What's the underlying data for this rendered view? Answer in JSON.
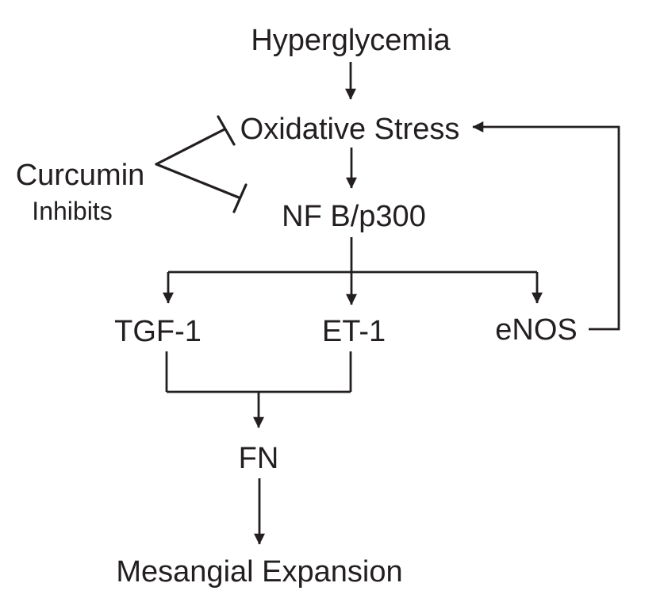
{
  "diagram": {
    "title": "Curcumin inhibition of hyperglycemia-induced mesangial expansion pathway",
    "colors": {
      "ink": "#231f20",
      "background": "#ffffff"
    },
    "nodes": {
      "hyperglycemia": {
        "label": "Hyperglycemia"
      },
      "oxidative_stress": {
        "label": "Oxidative Stress"
      },
      "nfkb_p300": {
        "label": "NF B/p300"
      },
      "tgf_1": {
        "label": "TGF-1"
      },
      "et_1": {
        "label": "ET-1"
      },
      "enos": {
        "label": "eNOS"
      },
      "fn": {
        "label": "FN"
      },
      "mesangial_expansion": {
        "label": "Mesangial Expansion"
      },
      "curcumin": {
        "label": "Curcumin"
      },
      "inhibits": {
        "label": "Inhibits"
      }
    },
    "edges": [
      {
        "from": "Hyperglycemia",
        "to": "Oxidative Stress",
        "type": "activates"
      },
      {
        "from": "Oxidative Stress",
        "to": "NF B/p300",
        "type": "activates"
      },
      {
        "from": "NF B/p300",
        "to": "TGF-1",
        "type": "activates"
      },
      {
        "from": "NF B/p300",
        "to": "ET-1",
        "type": "activates"
      },
      {
        "from": "NF B/p300",
        "to": "eNOS",
        "type": "activates"
      },
      {
        "from": "TGF-1",
        "to": "FN",
        "type": "activates"
      },
      {
        "from": "ET-1",
        "to": "FN",
        "type": "activates"
      },
      {
        "from": "FN",
        "to": "Mesangial Expansion",
        "type": "activates"
      },
      {
        "from": "eNOS",
        "to": "Oxidative Stress",
        "type": "feedback"
      },
      {
        "from": "Curcumin",
        "to": "Oxidative Stress",
        "type": "inhibits"
      },
      {
        "from": "Curcumin",
        "to": "NF B/p300",
        "type": "inhibits"
      }
    ]
  }
}
